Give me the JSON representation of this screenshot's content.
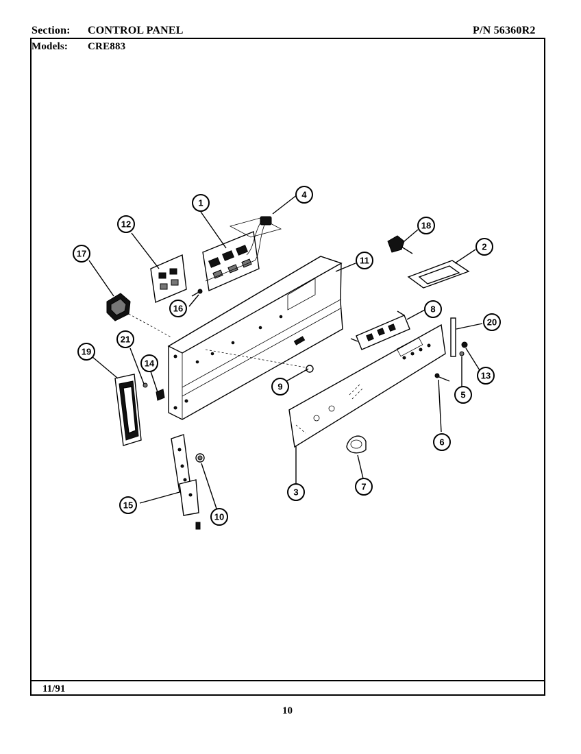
{
  "header": {
    "section_label": "Section:",
    "section_value": "CONTROL PANEL",
    "models_label": "Models:",
    "models_value": "CRE883",
    "part_number": "P/N 56360R2"
  },
  "footer": {
    "date": "11/91",
    "page_number": "10"
  },
  "callouts": [
    "1",
    "2",
    "3",
    "4",
    "5",
    "6",
    "7",
    "8",
    "9",
    "10",
    "11",
    "12",
    "13",
    "14",
    "15",
    "16",
    "17",
    "18",
    "19",
    "20",
    "21"
  ]
}
